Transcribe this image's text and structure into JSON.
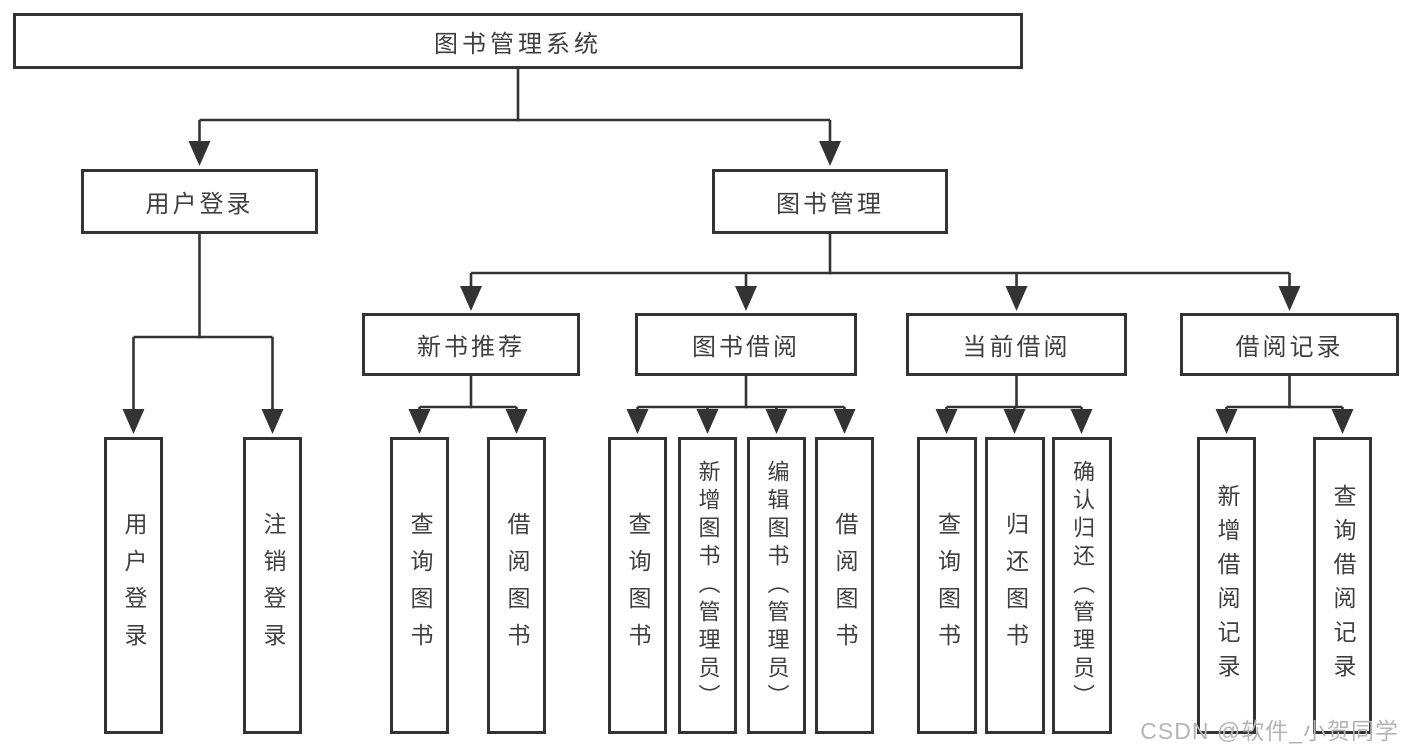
{
  "watermark": "CSDN @软件_小贺同学",
  "colors": {
    "line": "#333333",
    "text": "#3f3f3f",
    "background": "#ffffff",
    "watermark": "#b5b5b5"
  },
  "tree": {
    "root": {
      "label": "图书管理系统"
    },
    "branches": [
      {
        "label": "用户登录",
        "children": [
          {
            "label": "用户登录"
          },
          {
            "label": "注销登录"
          }
        ]
      },
      {
        "label": "图书管理",
        "children": [
          {
            "label": "新书推荐",
            "children": [
              {
                "label": "查询图书"
              },
              {
                "label": "借阅图书"
              }
            ]
          },
          {
            "label": "图书借阅",
            "children": [
              {
                "label": "查询图书"
              },
              {
                "label": "新增图书（管理员）"
              },
              {
                "label": "编辑图书（管理员）"
              },
              {
                "label": "借阅图书"
              }
            ]
          },
          {
            "label": "当前借阅",
            "children": [
              {
                "label": "查询图书"
              },
              {
                "label": "归还图书"
              },
              {
                "label": "确认归还（管理员）"
              }
            ]
          },
          {
            "label": "借阅记录",
            "children": [
              {
                "label": "新增借阅记录"
              },
              {
                "label": "查询借阅记录"
              }
            ]
          }
        ]
      }
    ]
  }
}
